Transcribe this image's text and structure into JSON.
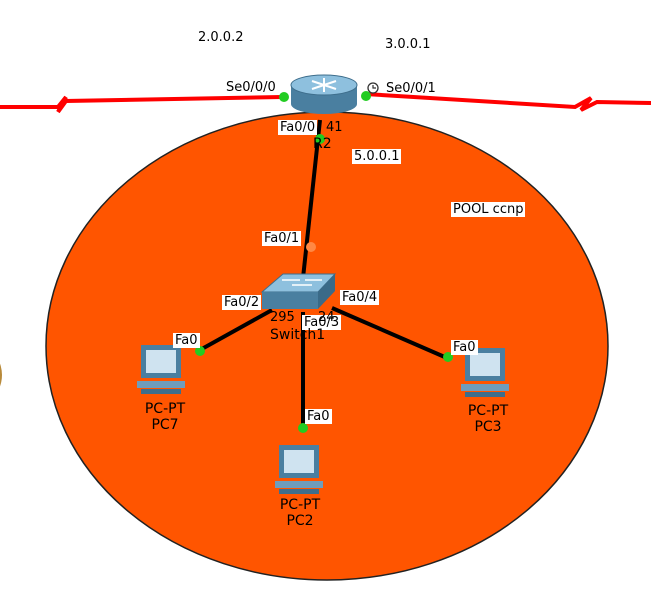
{
  "colors": {
    "area_fill": "#FF5500",
    "serial_link": "#FF0000",
    "ethernet_link": "#000000",
    "port_up": "#22CC22",
    "port_amber": "#FF8844",
    "side_shape": "#B88A3A"
  },
  "network_labels": {
    "net_left": "2.0.0.2",
    "net_right": "3.0.0.1",
    "lan_address": "5.0.0.1",
    "pool": "POOL ccnp"
  },
  "router": {
    "name": "R2",
    "model_fragment": "41",
    "ports": {
      "serial_left": "Se0/0/0",
      "serial_right": "Se0/0/1",
      "lan": "Fa0/0"
    }
  },
  "switch": {
    "name": "Switch1",
    "model_fragment_left": "295",
    "model_fragment_right": "24",
    "ports": {
      "uplink": "Fa0/1",
      "to_pc7": "Fa0/2",
      "to_pc2": "Fa0/3",
      "to_pc3": "Fa0/4"
    }
  },
  "pcs": [
    {
      "type": "PC-PT",
      "name": "PC7",
      "port": "Fa0"
    },
    {
      "type": "PC-PT",
      "name": "PC2",
      "port": "Fa0"
    },
    {
      "type": "PC-PT",
      "name": "PC3",
      "port": "Fa0"
    }
  ],
  "icons": [
    "router-icon",
    "switch-icon",
    "pc-icon",
    "clock-icon"
  ]
}
